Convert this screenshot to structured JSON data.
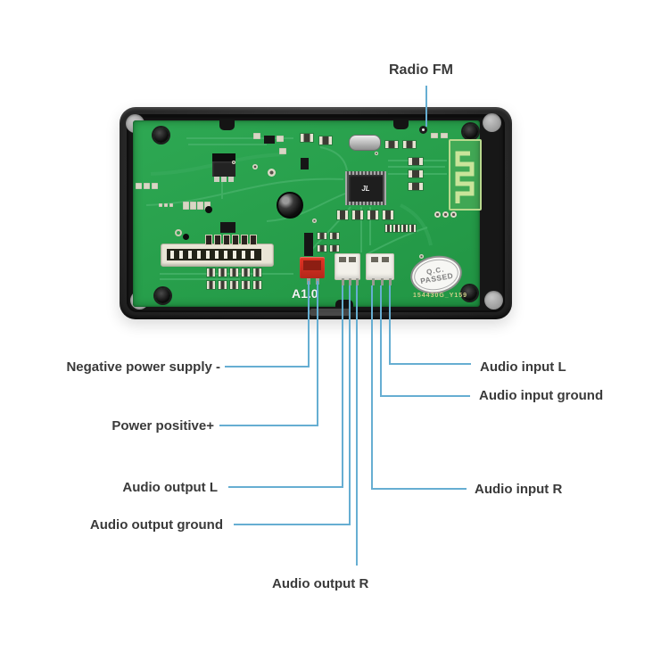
{
  "colors": {
    "annotation_line": "#66aed2",
    "label_text": "#3a3a3a",
    "pcb_green": "#28a04c",
    "case_black": "#262626",
    "power_connector_red": "#d42a1a",
    "antenna_trace": "#c9e49a"
  },
  "board": {
    "version_silkscreen": "A1.0",
    "serial_silkscreen": "154430G_Y159",
    "qc_stamp_line1": "Q.C.",
    "qc_stamp_line2": "PASSED",
    "main_chip_logo": "JL"
  },
  "annotations": {
    "radio_fm": "Radio FM",
    "negative_power_supply": "Negative power supply -",
    "power_positive": "Power positive+",
    "audio_output_l": "Audio output L",
    "audio_output_ground": "Audio output ground",
    "audio_output_r": "Audio output R",
    "audio_input_l": "Audio input L",
    "audio_input_ground": "Audio input ground",
    "audio_input_r": "Audio input R"
  }
}
